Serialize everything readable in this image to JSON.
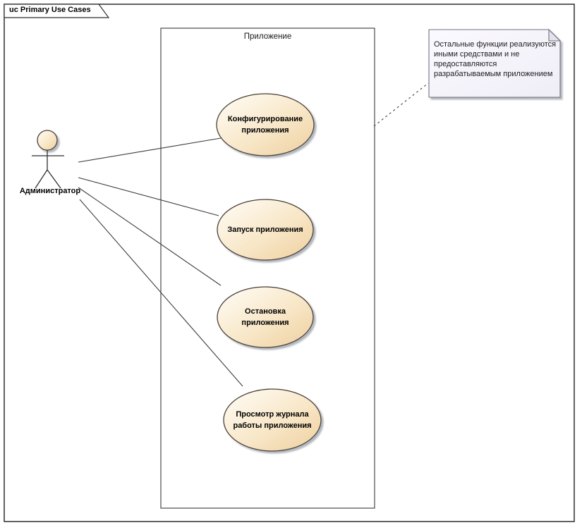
{
  "frame": {
    "title": "uc Primary Use Cases"
  },
  "system_boundary": {
    "label": "Приложение"
  },
  "actor": {
    "label": "Администратор"
  },
  "use_cases": [
    {
      "label": "Конфигурирование\nприложения"
    },
    {
      "label": "Запуск приложения"
    },
    {
      "label": "Остановка\nприложения"
    },
    {
      "label": "Просмотр журнала\nработы приложения"
    }
  ],
  "note": {
    "text": "Остальные функции реализуются\nиными средствами и не\nпредоставляются\nразрабатываемым приложением"
  },
  "colors": {
    "usecase_fill_light": "#fffdf7",
    "usecase_fill_mid": "#f8e7c8",
    "usecase_fill_dark": "#eecf9e",
    "usecase_border": "#4a4036",
    "note_fill": "#f6f4fa",
    "note_fold": "#e4e2ec",
    "note_border": "#72727e",
    "line_color": "#3c3c3c",
    "shadow_color": "#aab0b8"
  }
}
